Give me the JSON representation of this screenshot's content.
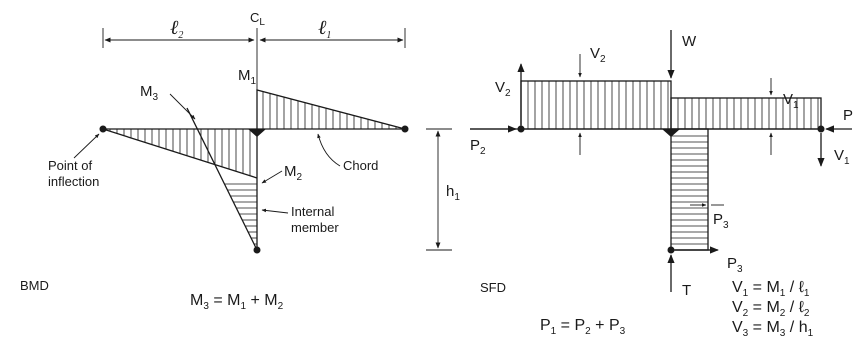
{
  "bmd": {
    "title": "BMD",
    "l2": "ℓ",
    "l2_sub": "2",
    "l1": "ℓ",
    "l1_sub": "1",
    "cl": "C",
    "cl_sub": "L",
    "m1": "M",
    "m1_sub": "1",
    "m2": "M",
    "m2_sub": "2",
    "m3": "M",
    "m3_sub": "3",
    "h1": "h",
    "h1_sub": "1",
    "point_of_inflection_line1": "Point of",
    "point_of_inflection_line2": "inflection",
    "chord": "Chord",
    "internal_member_line1": "Internal",
    "internal_member_line2": "member",
    "eq": {
      "a": "M",
      "a_sub": "3",
      "eq": " = M",
      "b_sub": "1",
      "plus": " + M",
      "c_sub": "2"
    }
  },
  "sfd": {
    "title": "SFD",
    "w": "W",
    "t": "T",
    "v1": "V",
    "v1_sub": "1",
    "v2": "V",
    "v2_sub": "2",
    "p": "P",
    "p2": "P",
    "p2_sub": "2",
    "p3": "P",
    "p3_sub": "3",
    "eq_p": {
      "a": "P",
      "a_sub": "1",
      "eq": " = P",
      "b_sub": "2",
      "plus": " + P",
      "c_sub": "3"
    },
    "eq_v1": {
      "a": "V",
      "a_sub": "1",
      "eq": " = M",
      "b_sub": "1",
      "div": " / ℓ",
      "c_sub": "1"
    },
    "eq_v2": {
      "a": "V",
      "a_sub": "2",
      "eq": " = M",
      "b_sub": "2",
      "div": " / ℓ",
      "c_sub": "2"
    },
    "eq_v3": {
      "a": "V",
      "a_sub": "3",
      "eq": " = M",
      "b_sub": "3",
      "div": " / h",
      "c_sub": "1"
    }
  }
}
